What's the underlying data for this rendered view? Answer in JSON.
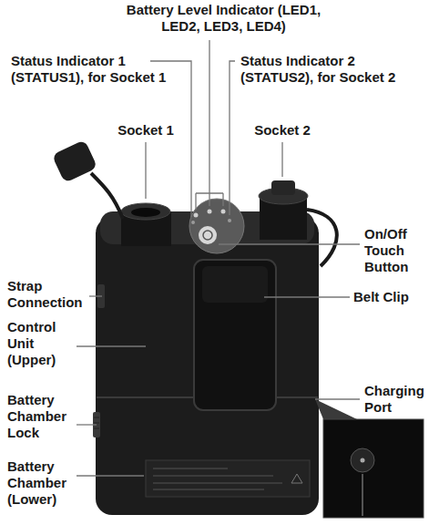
{
  "diagram": {
    "labels": [
      "Battery Level Indicator (LED1, LED2, LED3, LED4)",
      "Status Indicator 1 (STATUS1), for Socket 1",
      "Status Indicator 2 (STATUS2), for Socket 2",
      "Socket 1",
      "Socket 2",
      "On/Off Touch Button",
      "Strap Connection",
      "Belt Clip",
      "Control Unit (Upper)",
      "Charging Port",
      "Battery Chamber Lock",
      "Battery Chamber (Lower)"
    ]
  }
}
